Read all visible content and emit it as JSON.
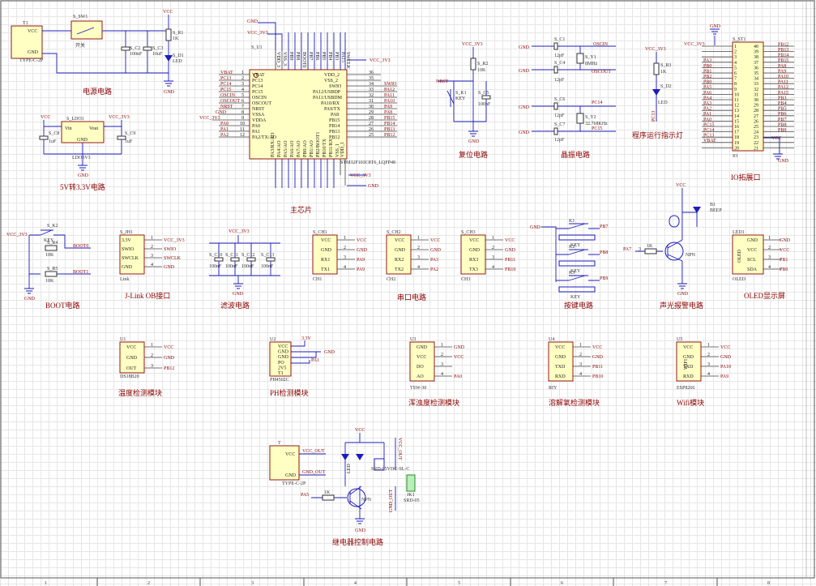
{
  "captions": {
    "power": "电源电路",
    "ldo": "5V转3.3V电路",
    "mcu": "主芯片",
    "reset": "复位电路",
    "crystal": "晶振电路",
    "led": "程序运行指示灯",
    "io": "IO拓展口",
    "boot": "BOOT电路",
    "jlink": "J-Link OB接口",
    "filter": "滤波电路",
    "serial": "串口电路",
    "keys": "按键电路",
    "buzzer": "声光报警电路",
    "oled": "OLED显示屏",
    "temp": "温度检测模块",
    "ph": "PH检测模块",
    "turb": "浑浊度检测模块",
    "oxygen": "溶解氧检测模块",
    "wifi": "Wifi模块",
    "relay": "继电器控制电路"
  },
  "power": {
    "t1_ref": "T1",
    "t1_type": "TYPE-C-2P",
    "t1_vcc": "VCC",
    "t1_gnd": "GND",
    "sw_ref": "S_SW1",
    "sw_val": "开关",
    "c2_ref": "S_C2",
    "c2_val": "100nF",
    "c3_ref": "S_C3",
    "c3_val": "10uF",
    "r1_ref": "S_R1",
    "r1_val": "1K",
    "d1_ref": "S_D1",
    "d1_val": "LED",
    "vcc": "VCC",
    "gnd": "GND"
  },
  "ldo": {
    "ref": "S_LDO1",
    "part": "LDO3V3",
    "vin": "Vin",
    "vout": "Vout",
    "gnd_pin": "GND",
    "c8_ref": "S_C8",
    "c8_val": "1uF",
    "c9_ref": "S_C9",
    "c9_val": "1uF",
    "vcc": "VCC",
    "vcc33": "VCC_3V3",
    "gnd": "GND"
  },
  "mcu": {
    "ref": "S_U1",
    "part": "STM32F103C8T6_LQFP48",
    "left_pins": [
      {
        "n": "1",
        "net": "VBAT",
        "name": "VBAT"
      },
      {
        "n": "2",
        "net": "PC13",
        "name": "PC13"
      },
      {
        "n": "3",
        "net": "PC14",
        "name": "PC14"
      },
      {
        "n": "4",
        "net": "PC15",
        "name": "PC15"
      },
      {
        "n": "5",
        "net": "OSCIN",
        "name": "OSCIN"
      },
      {
        "n": "6",
        "net": "OSCOUT",
        "name": "OSCOUT"
      },
      {
        "n": "7",
        "net": "NRST",
        "name": "NRST"
      },
      {
        "n": "8",
        "net": "GND",
        "name": "VSSA"
      },
      {
        "n": "9",
        "net": "VCC_3V3",
        "name": "VDDA"
      },
      {
        "n": "10",
        "net": "PA0",
        "name": "PA0"
      },
      {
        "n": "11",
        "net": "PA1",
        "name": "PA1"
      },
      {
        "n": "12",
        "net": "PA2",
        "name": "PA2/TX/AO"
      }
    ],
    "right_pins": [
      {
        "n": "36",
        "net": "",
        "name": "VDD_2"
      },
      {
        "n": "35",
        "net": "",
        "name": "VSS_2"
      },
      {
        "n": "34",
        "net": "SWIO",
        "name": "SWIO"
      },
      {
        "n": "33",
        "net": "PA12",
        "name": "PA12/USBDP"
      },
      {
        "n": "32",
        "net": "PA11",
        "name": "PA11/USBDM"
      },
      {
        "n": "31",
        "net": "PA10",
        "name": "PA10/RX"
      },
      {
        "n": "30",
        "net": "PA9",
        "name": "PA9/TX"
      },
      {
        "n": "29",
        "net": "PA8",
        "name": "PA8"
      },
      {
        "n": "28",
        "net": "PB15",
        "name": "PB15"
      },
      {
        "n": "27",
        "net": "PB14",
        "name": "PB14"
      },
      {
        "n": "26",
        "net": "PB13",
        "name": "PB13"
      },
      {
        "n": "25",
        "net": "PB12",
        "name": "PB12"
      }
    ],
    "top_pins": [
      "VDD_3",
      "VSS_3",
      "PB9",
      "PB8",
      "BOOT0",
      "PB7",
      "PB6",
      "PB5",
      "PB4",
      "PB3",
      "PA15",
      "SWCLK"
    ],
    "bottom_pins": [
      "PA3/RX/AO",
      "PA4/AO",
      "PA5/AO",
      "PA6/AO",
      "PA7/AO",
      "PB0/AO",
      "PB1/AO",
      "PB2/BOOT1",
      "PB10/TX",
      "PB11/RX",
      "VSS_1",
      "VDD_1"
    ],
    "gnd": "GND",
    "vcc33": "VCC_3V3"
  },
  "reset": {
    "vcc33": "VCC_3V3",
    "r2_ref": "S_R2",
    "r2_val": "10K",
    "k1_ref": "S_K1",
    "k1_val": "KEY",
    "c5_ref": "S_C5",
    "c5_val": "100nF",
    "nrst": "NRST",
    "gnd": "GND"
  },
  "crystal": {
    "c1_ref": "S_C1",
    "c1_val": "12pF",
    "c4_ref": "S_C4",
    "c4_val": "12pF",
    "y1_ref": "S_Y1",
    "y1_val": "8MHz",
    "c6_ref": "S_C6",
    "c6_val": "12pF",
    "c7_ref": "S_C7",
    "c7_val": "12pF",
    "y2_ref": "S_Y2",
    "y2_val": "32.768KHz",
    "oscin": "OSCIN",
    "oscout": "OSCOUT",
    "pc14": "PC14",
    "pc15": "PC15",
    "gnd": "GND"
  },
  "led": {
    "vcc33": "VCC_3V3",
    "r3_ref": "S_R3",
    "r3_val": "1K",
    "d2_ref": "S_D2",
    "d2_val": "LED",
    "pc13": "PC13"
  },
  "io": {
    "ref": "S_ST1",
    "part": "IO",
    "vcc33": "VCC_3V3",
    "gnd": "GND",
    "vcc": "VCC",
    "left": [
      {
        "n": "1",
        "net": ""
      },
      {
        "n": "2",
        "net": ""
      },
      {
        "n": "3",
        "net": ""
      },
      {
        "n": "4",
        "net": "PA3"
      },
      {
        "n": "5",
        "net": "PB0"
      },
      {
        "n": "6",
        "net": "PB1"
      },
      {
        "n": "7",
        "net": "PB2"
      },
      {
        "n": "8",
        "net": "PB0"
      },
      {
        "n": "9",
        "net": "PA5"
      },
      {
        "n": "10",
        "net": "PA6"
      },
      {
        "n": "11",
        "net": "PA4"
      },
      {
        "n": "12",
        "net": "PA3"
      },
      {
        "n": "13",
        "net": "PA2"
      },
      {
        "n": "14",
        "net": "PA1"
      },
      {
        "n": "15",
        "net": "PA0"
      },
      {
        "n": "16",
        "net": "PC15"
      },
      {
        "n": "17",
        "net": "PC14"
      },
      {
        "n": "18",
        "net": "PC13"
      },
      {
        "n": "19",
        "net": "VBAT"
      },
      {
        "n": "20",
        "net": ""
      }
    ],
    "right": [
      {
        "n": "40",
        "net": "PB12"
      },
      {
        "n": "39",
        "net": "PB13"
      },
      {
        "n": "38",
        "net": "PB14"
      },
      {
        "n": "37",
        "net": "PB15"
      },
      {
        "n": "36",
        "net": "PA8"
      },
      {
        "n": "35",
        "net": "PA9"
      },
      {
        "n": "34",
        "net": "PA10"
      },
      {
        "n": "33",
        "net": "PA11"
      },
      {
        "n": "32",
        "net": "PA12"
      },
      {
        "n": "31",
        "net": "PA15"
      },
      {
        "n": "30",
        "net": "PB3"
      },
      {
        "n": "29",
        "net": "PB4"
      },
      {
        "n": "28",
        "net": "PB5"
      },
      {
        "n": "27",
        "net": "PB6"
      },
      {
        "n": "26",
        "net": "PB7"
      },
      {
        "n": "25",
        "net": "PB8"
      },
      {
        "n": "24",
        "net": "PB9"
      },
      {
        "n": "23",
        "net": ""
      },
      {
        "n": "22",
        "net": ""
      },
      {
        "n": "21",
        "net": ""
      }
    ]
  },
  "boot": {
    "vcc33": "VCC_3V3",
    "k2_ref": "S_K2",
    "k2_val": "KEY",
    "r4_ref": "S_R4",
    "r4_val": "10K",
    "r5_ref": "S_R5",
    "r5_val": "10K",
    "boot0": "BOOT0",
    "boot1": "BOOT1",
    "gnd": "GND"
  },
  "jlink": {
    "ref": "S_JH1",
    "part": "Link",
    "pins": [
      {
        "n": "1",
        "name": "3.3V",
        "net": "VCC_3V3"
      },
      {
        "n": "2",
        "name": "SWIO",
        "net": "SWIO"
      },
      {
        "n": "3",
        "name": "SWCLK",
        "net": "SWCLK"
      },
      {
        "n": "4",
        "name": "GND",
        "net": "GND"
      }
    ]
  },
  "filter": {
    "vcc33": "VCC_3V3",
    "gnd": "GND",
    "caps": [
      {
        "ref": "S_C10",
        "val": "100nF"
      },
      {
        "ref": "S_C11",
        "val": "100nF"
      },
      {
        "ref": "S_C12",
        "val": "100nF"
      },
      {
        "ref": "S_C13",
        "val": "100nF"
      }
    ]
  },
  "serial": [
    {
      "ref": "S_CH1",
      "part": "CH1",
      "pins": [
        {
          "name": "VCC",
          "net": "VCC"
        },
        {
          "name": "GND",
          "net": "GND"
        },
        {
          "name": "RX1",
          "net": "PA9"
        },
        {
          "name": "TX1",
          "net": "PA9"
        }
      ]
    },
    {
      "ref": "S_CH2",
      "part": "CH2",
      "pins": [
        {
          "name": "VCC",
          "net": "VCC"
        },
        {
          "name": "GND",
          "net": "GND"
        },
        {
          "name": "RX2",
          "net": "PA3"
        },
        {
          "name": "TX2",
          "net": "PA2"
        }
      ]
    },
    {
      "ref": "S_CH3",
      "part": "CH3",
      "pins": [
        {
          "name": "VCC",
          "net": "VCC"
        },
        {
          "name": "GND",
          "net": "GND"
        },
        {
          "name": "RX3",
          "net": "PB11"
        },
        {
          "name": "TX3",
          "net": "PB10"
        }
      ]
    }
  ],
  "keys": {
    "gnd": "GND",
    "items": [
      {
        "ref": "K1",
        "val": "KEY",
        "net": "PB7"
      },
      {
        "ref": "K2",
        "val": "KEY",
        "net": "PB8"
      },
      {
        "ref": "K3",
        "val": "KEY",
        "net": "PB9"
      }
    ]
  },
  "buzzer": {
    "vcc": "VCC",
    "b1_ref": "B1",
    "b1_val": "BEEP",
    "pa7": "PA7",
    "r_val": "1K",
    "q_val": "NPN",
    "gnd": "GND",
    "r_pin": "3"
  },
  "oled": {
    "ref": "LED1",
    "part": "OLED",
    "name": "OLED",
    "pins": [
      {
        "name": "GND",
        "net": "GND"
      },
      {
        "name": "VCC",
        "net": "VCC"
      },
      {
        "name": "SCL",
        "net": "PB1"
      },
      {
        "name": "SDA",
        "net": "PB0"
      }
    ]
  },
  "temp": {
    "ref": "U1",
    "part": "DS18B20",
    "pins": [
      {
        "name": "VCC",
        "net": "VCC"
      },
      {
        "name": "GND",
        "net": "GND"
      },
      {
        "name": "OUT",
        "net": "PB12"
      }
    ]
  },
  "ph": {
    "ref": "U2",
    "part": "PH4502C",
    "v33": "3.3V",
    "gnd": "GND",
    "pa1": "PA1",
    "pins": [
      "VCC",
      "GND",
      "GND",
      "PO",
      "2V5",
      "T1"
    ]
  },
  "turb": {
    "ref": "U3",
    "part": "TSW-30",
    "pins": [
      {
        "name": "GND",
        "net": "GND"
      },
      {
        "name": "VCC",
        "net": "VCC"
      },
      {
        "name": "DO",
        "net": ""
      },
      {
        "name": "AO",
        "net": "PA0"
      }
    ]
  },
  "oxygen": {
    "ref": "U4",
    "part": "RIY",
    "pins": [
      {
        "name": "VCC",
        "net": "VCC"
      },
      {
        "name": "GND",
        "net": "GND"
      },
      {
        "name": "TXD",
        "net": "PB11"
      },
      {
        "name": "RXD",
        "net": "PB10"
      }
    ]
  },
  "wifi": {
    "ref": "U5",
    "part": "ESP8266",
    "name": "WIFI",
    "pins": [
      {
        "name": "VCC",
        "net": "VCC"
      },
      {
        "name": "GND",
        "net": "GND"
      },
      {
        "name": "TXD",
        "net": "PA10"
      },
      {
        "name": "RXD",
        "net": "PA9"
      }
    ]
  },
  "relay": {
    "t_ref": "T",
    "t_type": "TYPE-C-2P",
    "t_vcc": "VCC",
    "t_gnd": "GND",
    "vcc_out": "VCC_OUT",
    "gnd_out": "GND_OUT",
    "vcc": "VCC",
    "pa5": "PA5",
    "r_val": "1K",
    "q_val": "NPN",
    "relay_ref": "SRD-05VDC-SL-C",
    "j_ref": "JK1",
    "j_part": "SRD-05",
    "led_val": "LED",
    "gnd": "GND"
  },
  "border": {
    "cols": [
      "1",
      "2",
      "3",
      "4",
      "5",
      "6",
      "7",
      "8"
    ]
  }
}
